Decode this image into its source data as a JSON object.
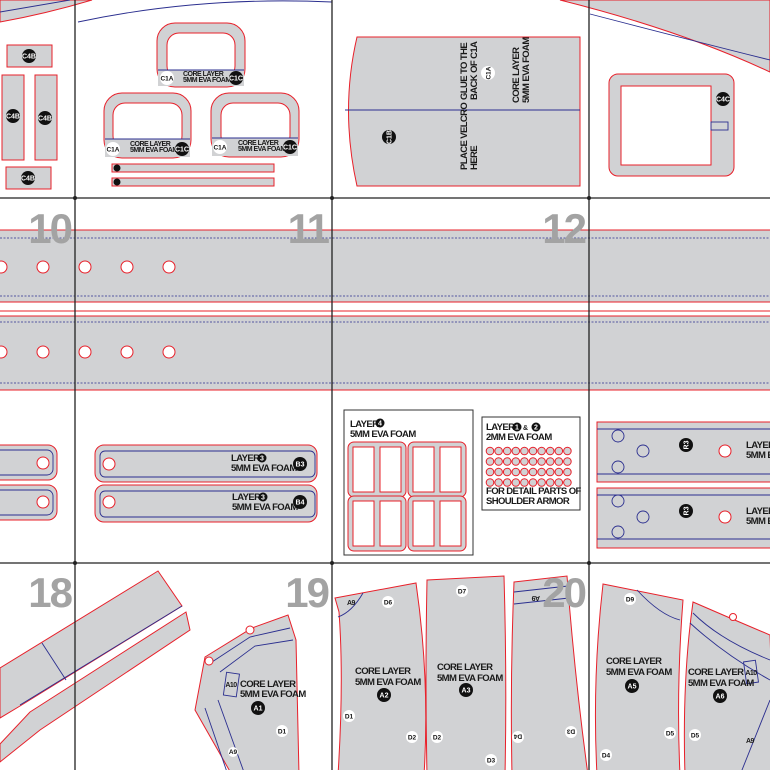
{
  "page_numbers": {
    "p10": "10",
    "p11": "11",
    "p12": "12",
    "p18": "18",
    "p19": "19",
    "p20": "20"
  },
  "colors": {
    "piece_fill": "#d1d2d4",
    "cut_line": "#e8202a",
    "guide_line": "#2b2f8f",
    "page_number": "#a3a3a3"
  },
  "badges": {
    "c4b": "C4B",
    "c4c": "C4C",
    "c1a": "C1A",
    "c1b": "C1B",
    "c1c": "C1C",
    "b3": "B3",
    "b4": "B4",
    "r3": "R3",
    "a1": "A1",
    "a2": "A2",
    "a3": "A3",
    "a5": "A5",
    "a6": "A6"
  },
  "markers": {
    "d1": "D1",
    "d2": "D2",
    "d3": "D3",
    "d4": "D4",
    "d5": "D5",
    "d6": "D6",
    "d7": "D7",
    "d9": "D9",
    "a9": "A9",
    "a10": "A10"
  },
  "core_layer": {
    "line1": "CORE LAYER",
    "line2": "5MM EVA FOAM"
  },
  "c1_piece": {
    "glue_line1": "GLUE TO THE",
    "glue_line2": "BACK OF C1A",
    "velcro_line1": "PLACE VELCRO",
    "velcro_line2": "HERE"
  },
  "layer3": {
    "title": "LAYER",
    "num": "3",
    "sub": "5MM EVA FOAM"
  },
  "layer4": {
    "title": "LAYER",
    "num": "4",
    "sub": "5MM EVA FOAM"
  },
  "layer12": {
    "title": "LAYER",
    "num1": "1",
    "amp": "&",
    "num2": "2",
    "sub": "2MM EVA FOAM",
    "note1": "FOR DETAIL PARTS OF",
    "note2": "SHOULDER ARMOR"
  },
  "r3_strip": {
    "title": "LAYER",
    "sub": "5MM E"
  }
}
